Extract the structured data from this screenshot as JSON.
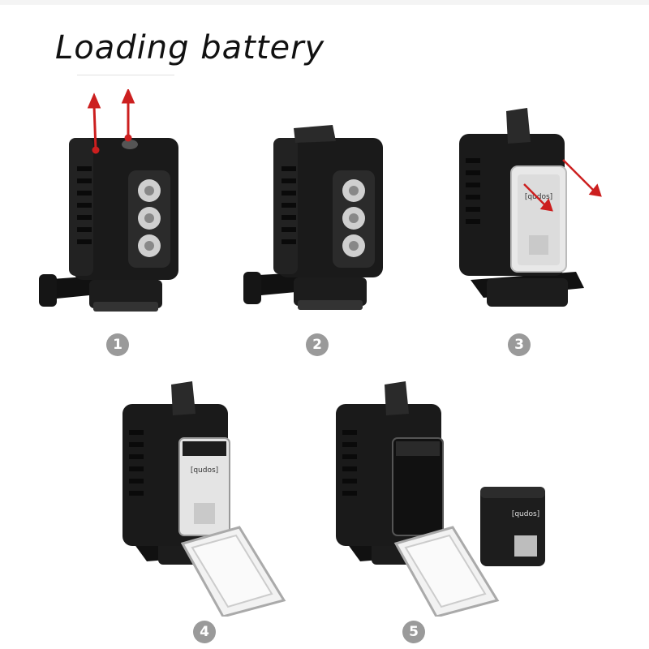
{
  "title": "Loading battery",
  "steps": [
    {
      "number": "1"
    },
    {
      "number": "2"
    },
    {
      "number": "3"
    },
    {
      "number": "4"
    },
    {
      "number": "5"
    }
  ],
  "battery_label": "[qudos]",
  "colors": {
    "badge": "#9a9a9a",
    "housing": "#1a1a1a",
    "arrow": "#cc1f1f",
    "led": "#cfcfcf"
  }
}
